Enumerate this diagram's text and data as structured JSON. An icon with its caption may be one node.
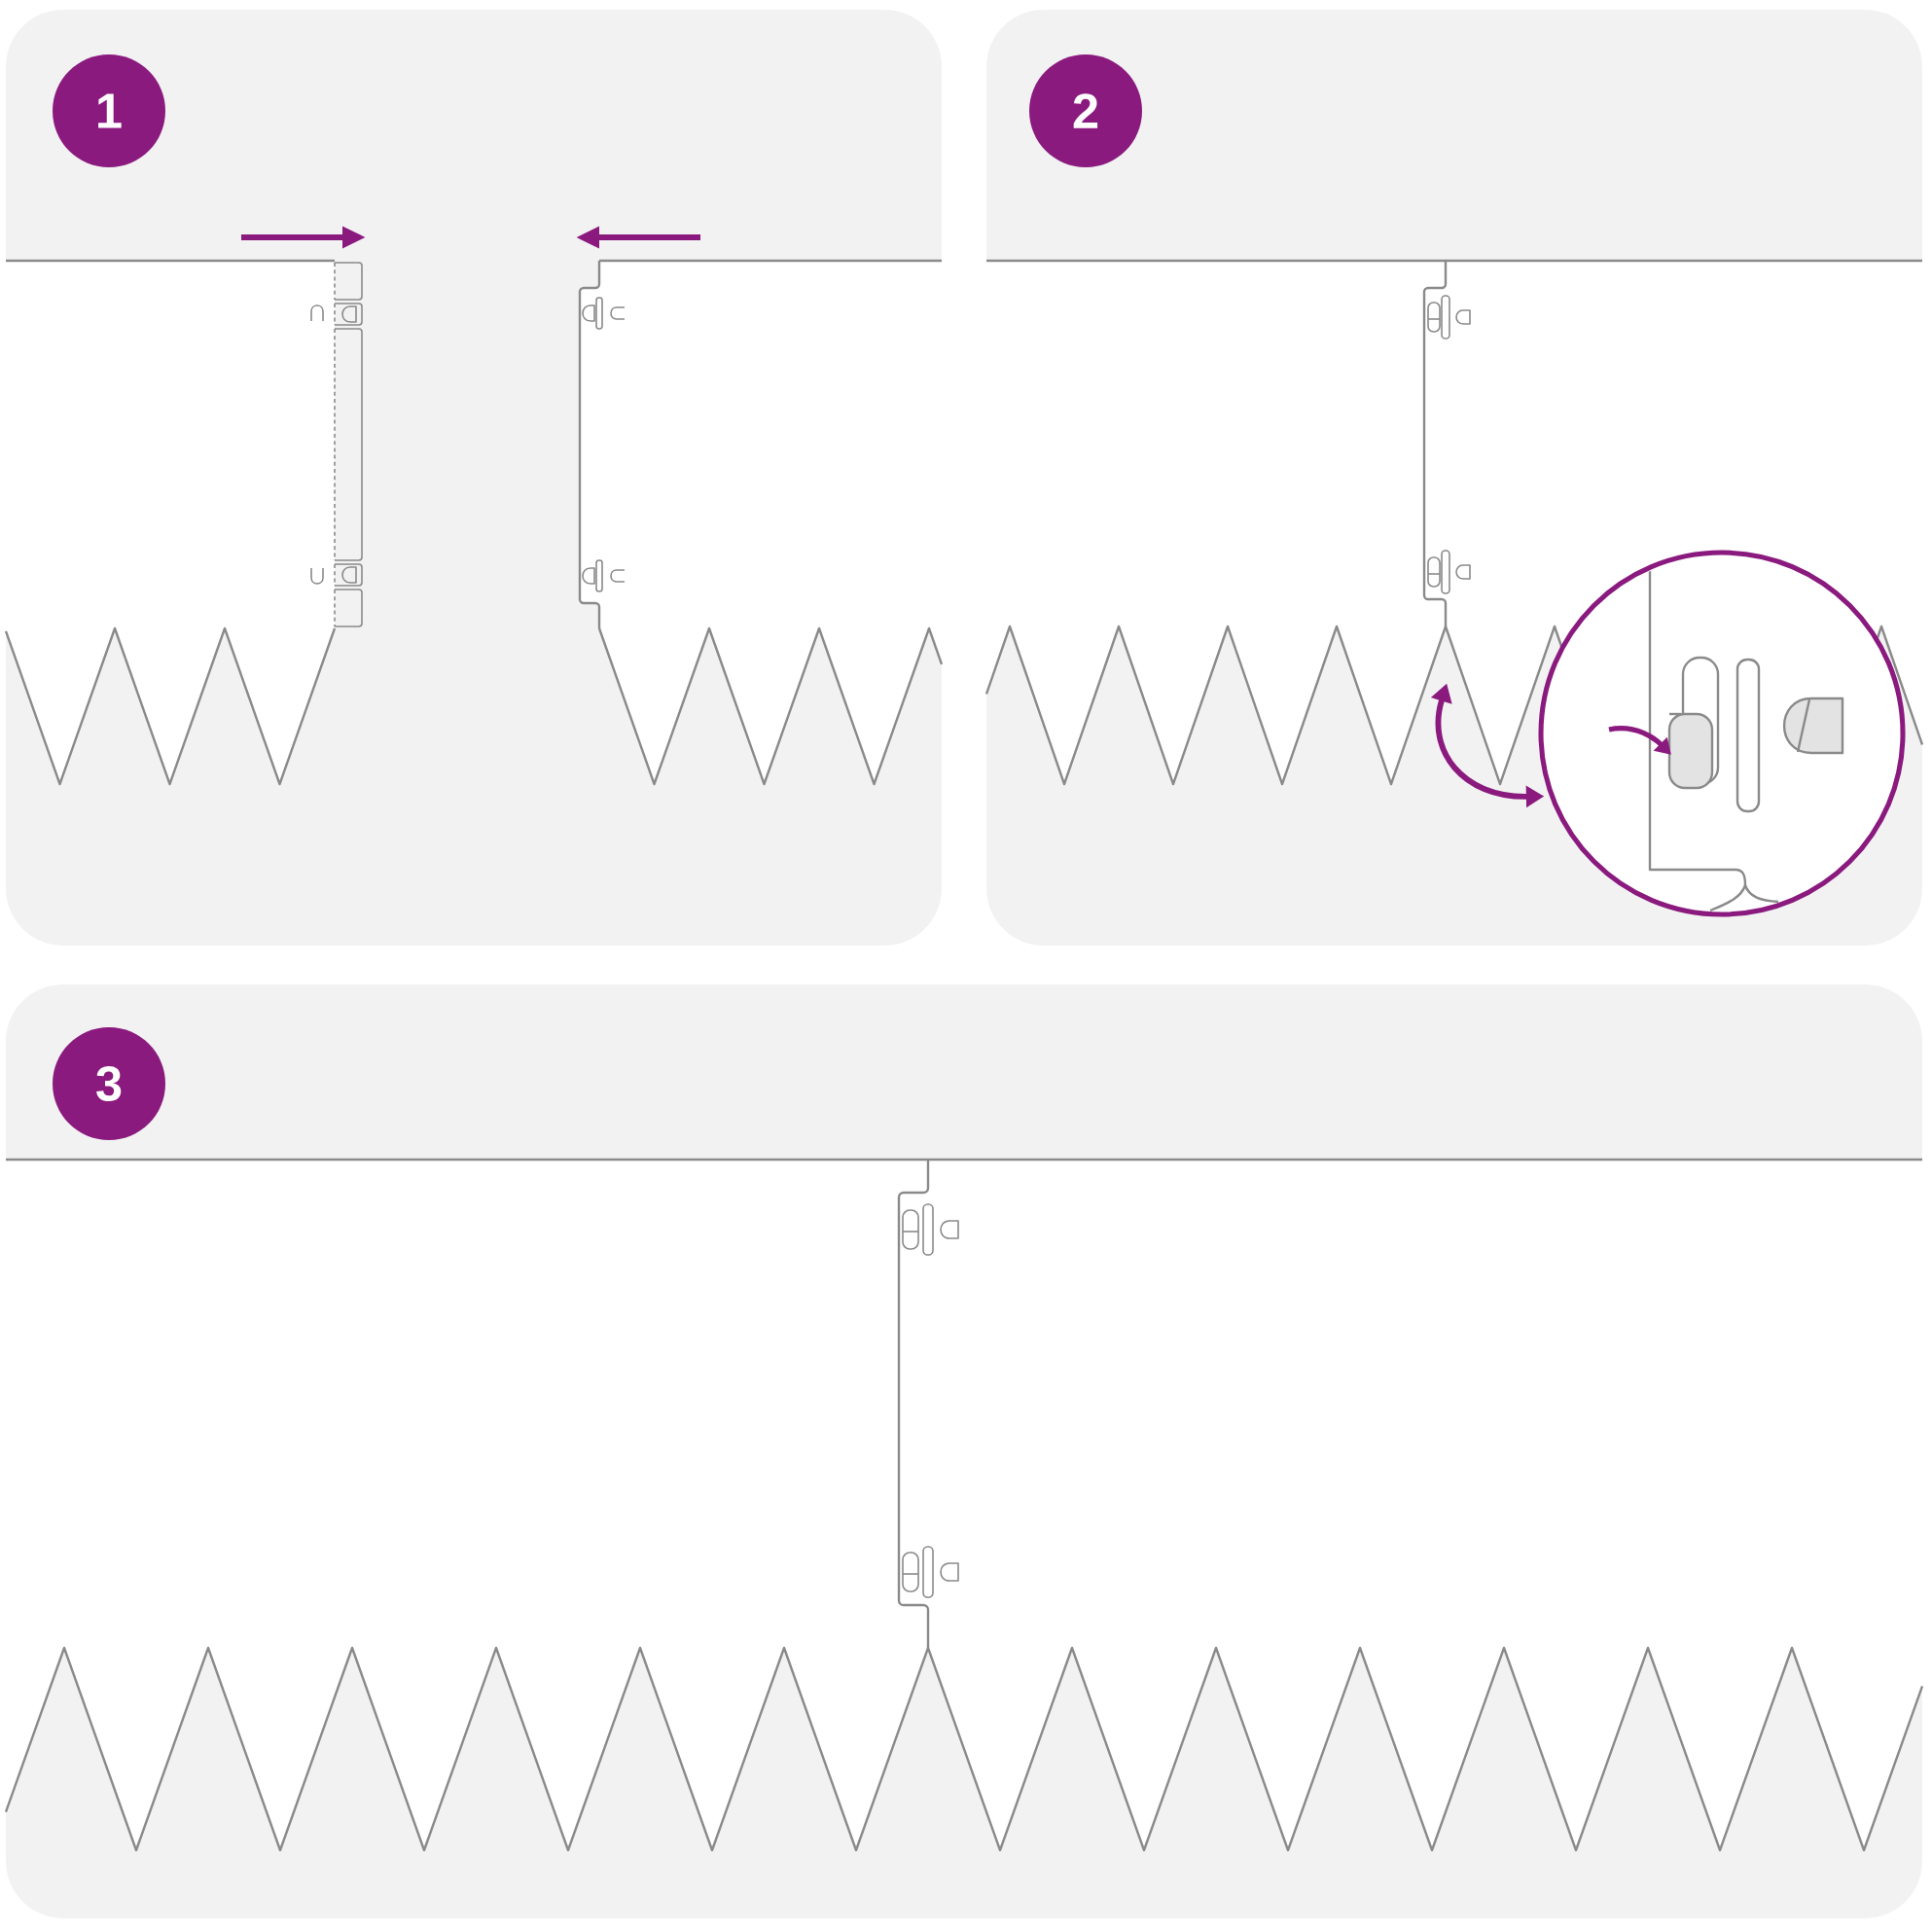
{
  "diagram": {
    "nodes": [
      {
        "text": [
          "1"
        ]
      },
      {
        "text": [
          "2"
        ]
      },
      {
        "text": [
          "3"
        ]
      },
      {
        "text": [],
        "shape": "circle"
      }
    ],
    "edges": [
      {
        "from": null,
        "to": 3,
        "arrow": "both"
      }
    ]
  }
}
